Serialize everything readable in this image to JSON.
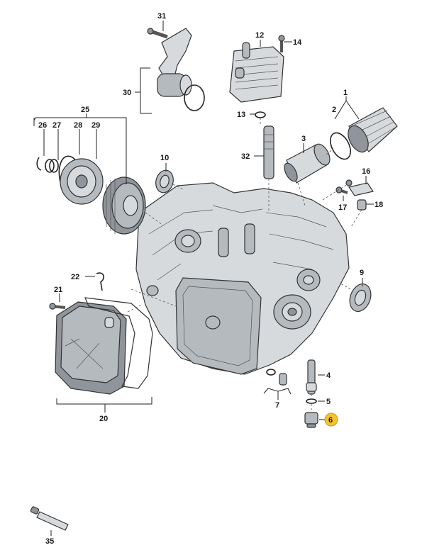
{
  "diagram": {
    "highlight_color": "#f2c230",
    "labels": {
      "p1": "1",
      "p2": "2",
      "p3": "3",
      "p4": "4",
      "p5": "5",
      "p6": "6",
      "p7": "7",
      "p9": "9",
      "p10": "10",
      "p12": "12",
      "p13": "13",
      "p14": "14",
      "p16": "16",
      "p17": "17",
      "p18": "18",
      "p20": "20",
      "p21": "21",
      "p22": "22",
      "p25": "25",
      "p26": "26",
      "p27": "27",
      "p28": "28",
      "p29": "29",
      "p30": "30",
      "p31": "31",
      "p32": "32",
      "p35": "35"
    }
  }
}
